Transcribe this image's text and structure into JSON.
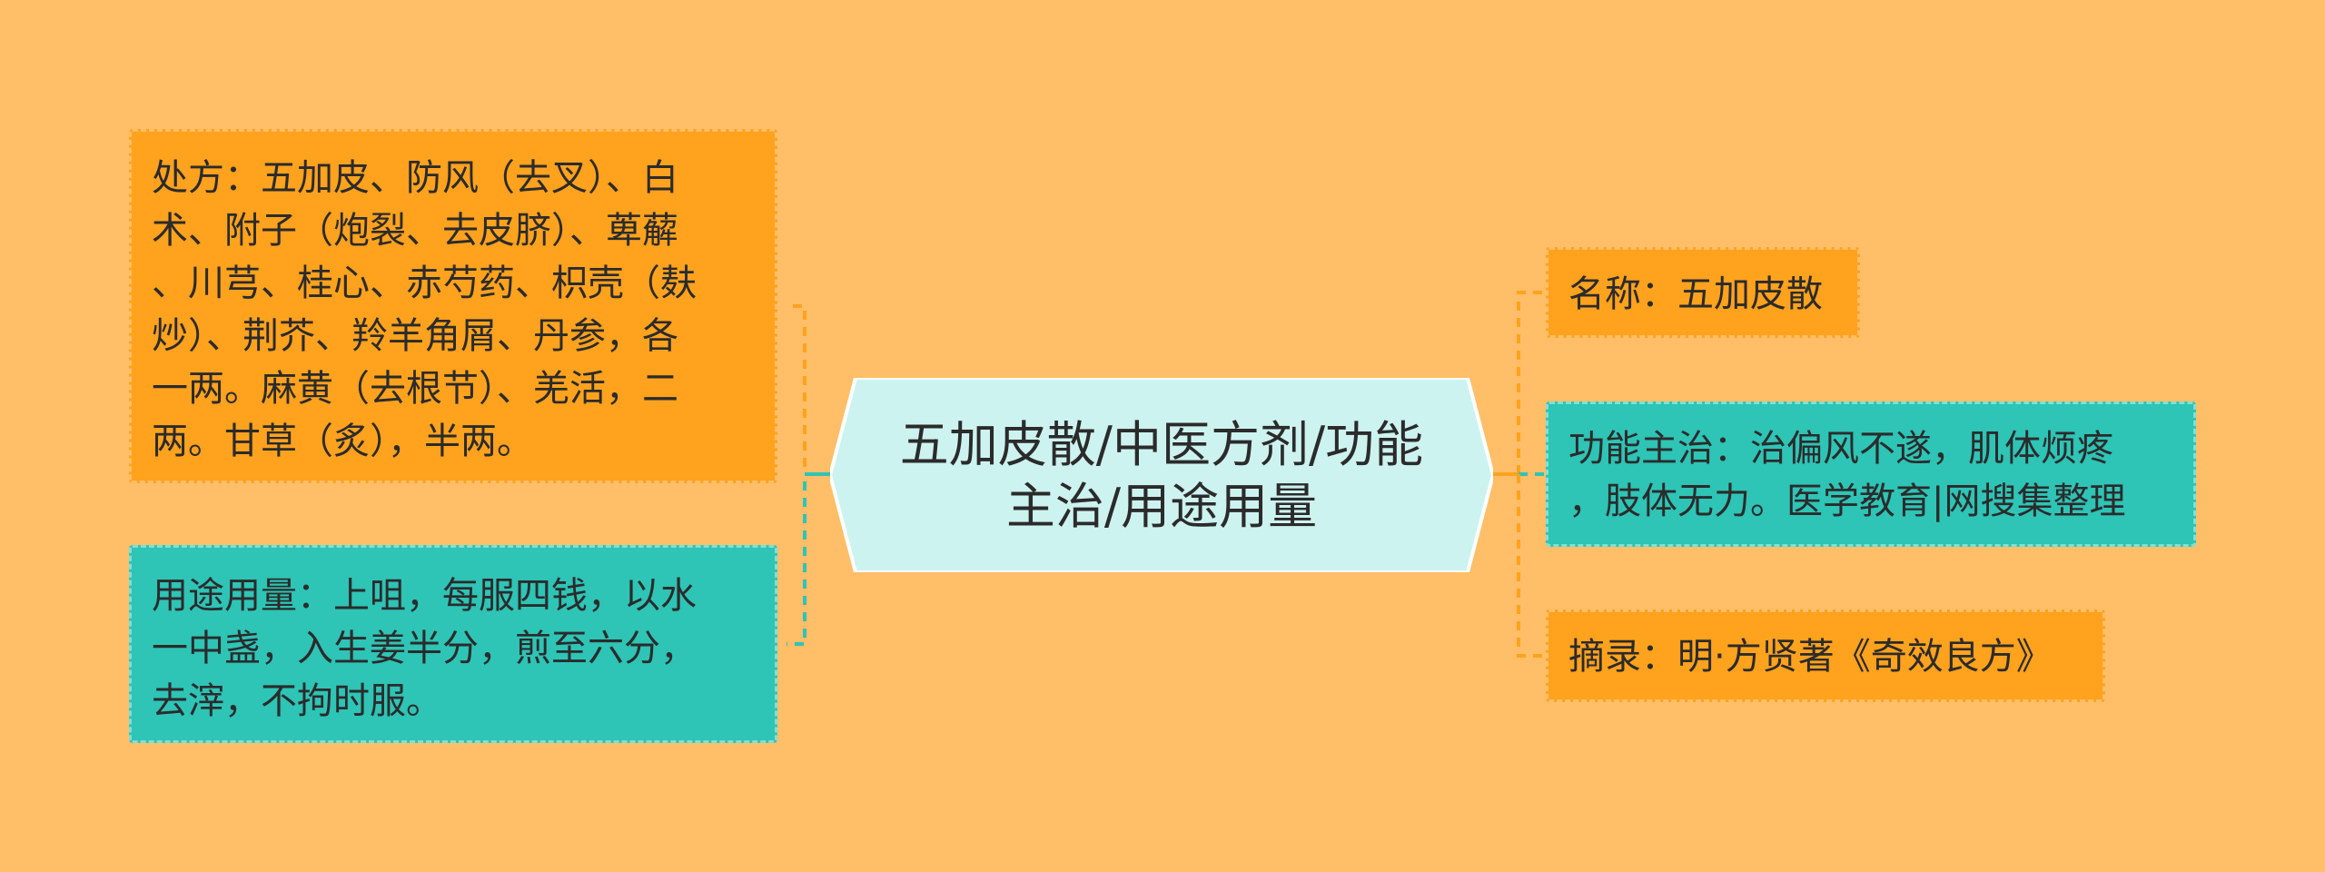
{
  "center": {
    "title": "五加皮散/中医方剂/功能主治/用途用量"
  },
  "left": {
    "prescription": "处方：五加皮、防风（去叉）、白\n术、附子（炮裂、去皮脐）、萆薢\n、川芎、桂心、赤芍药、枳壳（麸\n炒）、荆芥、羚羊角屑、丹参，各\n一两。麻黄（去根节）、羌活，二\n两。甘草（炙），半两。",
    "usage": "用途用量：上咀，每服四钱，以水\n一中盏，入生姜半分，煎至六分，\n去滓，不拘时服。"
  },
  "right": {
    "name": "名称：五加皮散",
    "function": "功能主治：治偏风不遂，肌体烦疼\n，肢体无力。医学教育|网搜集整理",
    "source": "摘录：明·方贤著《奇效良方》"
  },
  "colors": {
    "background": "#FFBE67",
    "orange_node": "#FFA21E",
    "teal_node": "#2EC4B6",
    "center_fill": "#CDF3F0"
  }
}
